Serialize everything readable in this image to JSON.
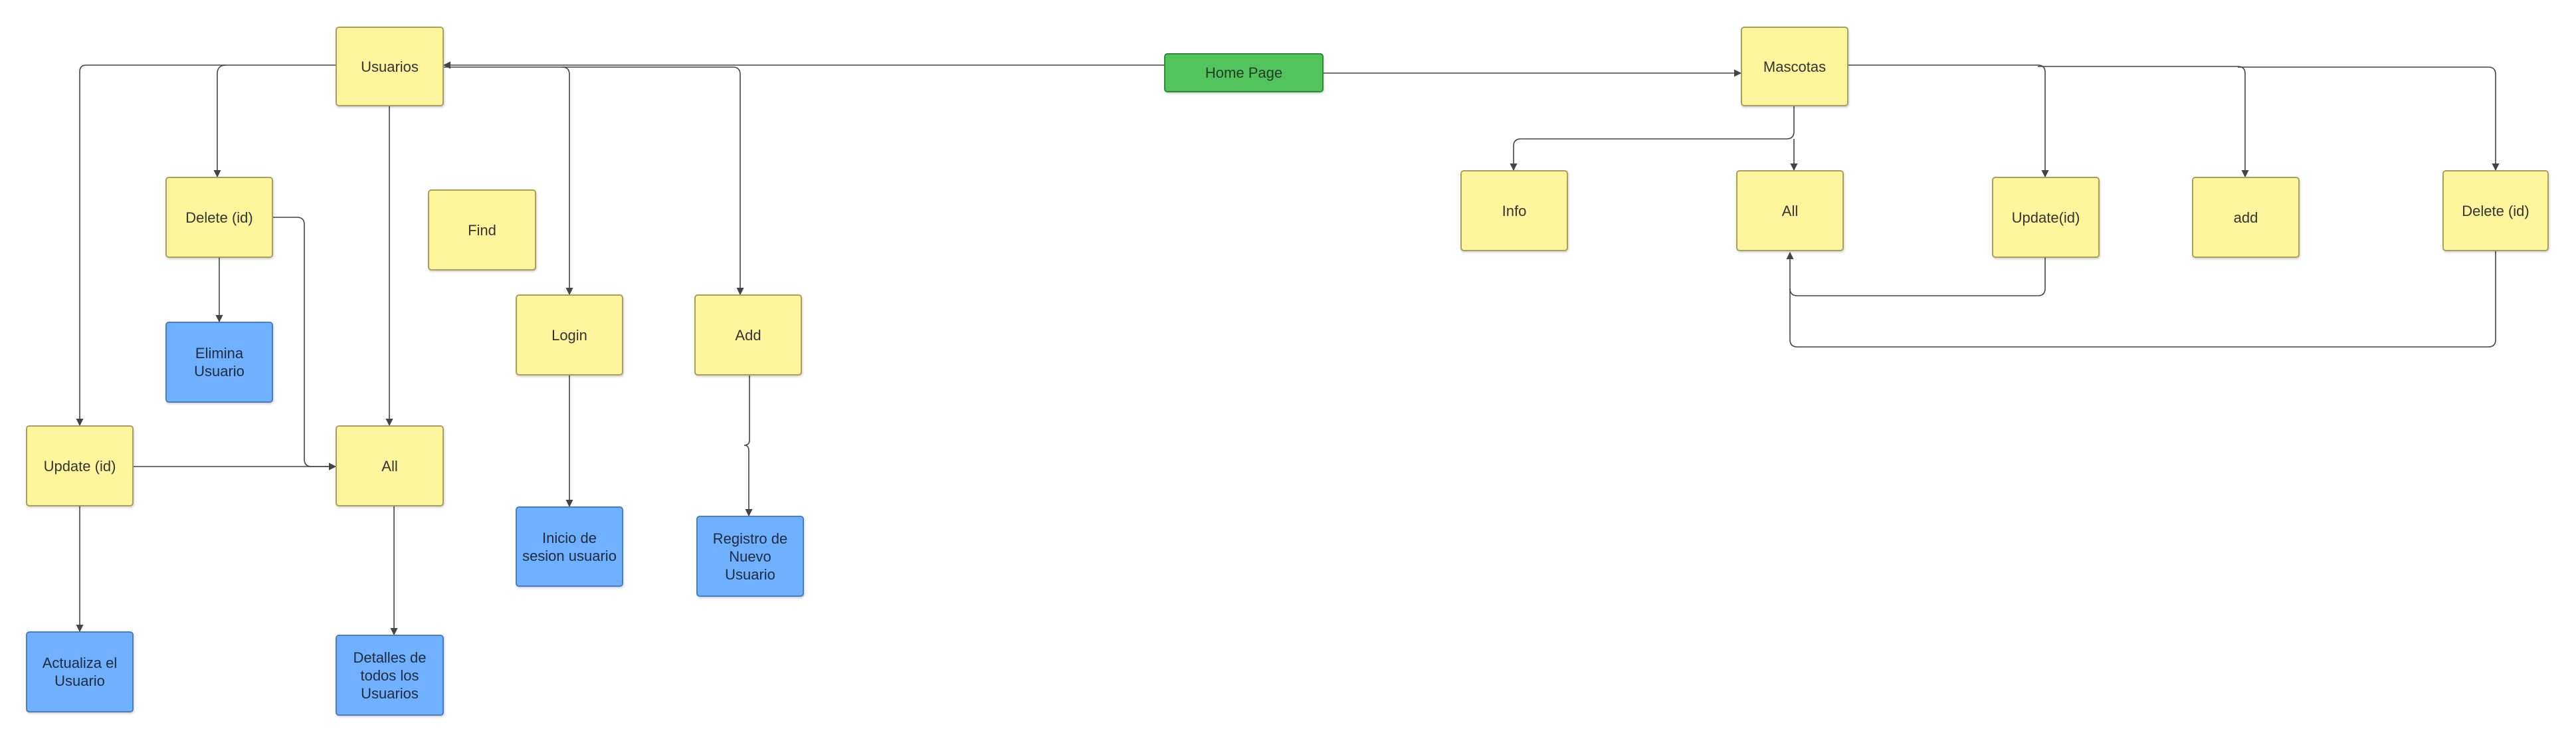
{
  "diagram": {
    "colors": {
      "process": "#fff59d",
      "result": "#6fb0ff",
      "root": "#52c35d",
      "line": "#444444"
    },
    "nodes": {
      "home_page": "Home Page",
      "usuarios": "Usuarios",
      "mascotas": "Mascotas",
      "u_delete": "Delete (id)",
      "u_find": "Find",
      "u_login": "Login",
      "u_add": "Add",
      "u_elimina": "Elimina Usuario",
      "u_update": "Update (id)",
      "u_all": "All",
      "u_inicio": "Inicio de sesion usuario",
      "u_registro": "Registro de Nuevo Usuario",
      "u_actualiza": "Actualiza el Usuario",
      "u_detalles": "Detalles de todos los Usuarios",
      "m_info": "Info",
      "m_all": "All",
      "m_update": "Update(id)",
      "m_add": "add",
      "m_delete": "Delete (id)"
    }
  }
}
